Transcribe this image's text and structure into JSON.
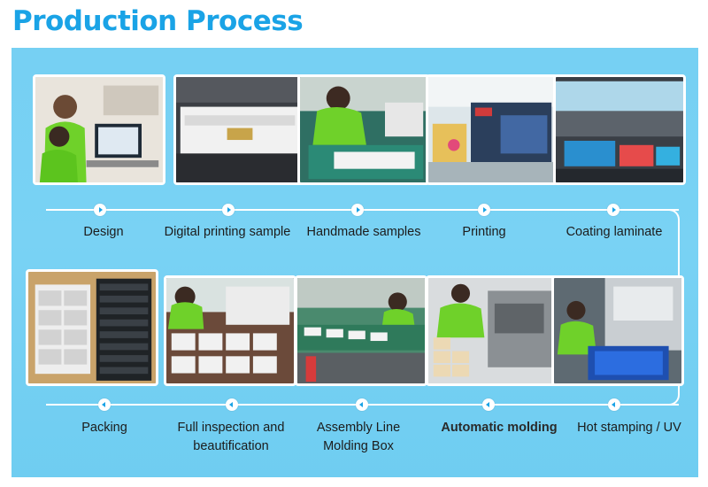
{
  "title": "Production Process",
  "colors": {
    "title": "#1aa3e6",
    "panel": "#79d2f4",
    "connector": "#ffffff"
  },
  "top_row": [
    {
      "label": "Design",
      "icon": "design-photo"
    },
    {
      "label": "Digital printing sample",
      "icon": "digital-printing-photo"
    },
    {
      "label": "Handmade samples",
      "icon": "handmade-samples-photo"
    },
    {
      "label": "Printing",
      "icon": "printing-photo"
    },
    {
      "label": "Coating laminate",
      "icon": "coating-laminate-photo"
    }
  ],
  "bottom_row": [
    {
      "label": "Packing",
      "icon": "packing-photo"
    },
    {
      "label": "Full inspection and beautification",
      "icon": "inspection-photo"
    },
    {
      "label": "Assembly Line Molding Box",
      "icon": "assembly-line-photo"
    },
    {
      "label": "Automatic molding",
      "icon": "automatic-molding-photo"
    },
    {
      "label": "Hot stamping / UV",
      "icon": "hot-stamping-photo"
    }
  ]
}
